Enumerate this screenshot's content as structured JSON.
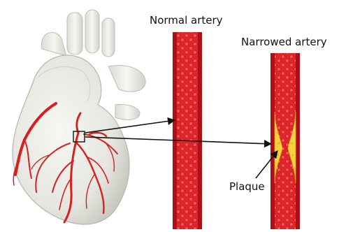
{
  "labels": {
    "normal_artery": "Normal artery",
    "narrowed_artery": "Narrowed artery",
    "plaque": "Plaque"
  },
  "colors": {
    "artery_wall": "#c8141b",
    "artery_lumen": "#e32a2a",
    "blood_cell": "#f05050",
    "plaque": "#f5d23a",
    "heart_body": "#e9e9e4",
    "coronary_vessel": "#d81f1f",
    "arrow": "#111111"
  },
  "icons": {
    "heart": "heart-illustration",
    "arrow": "arrow-icon"
  }
}
